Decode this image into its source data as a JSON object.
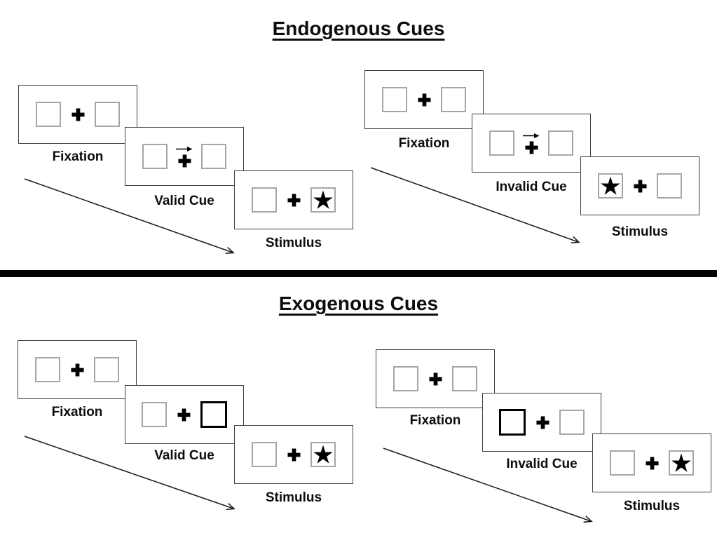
{
  "diagram": {
    "kind": "posner-cueing-task",
    "halves": 2,
    "divider_color": "#000000"
  },
  "colors": {
    "background": "#ffffff",
    "ink": "#000000",
    "panel_border": "#3f3f3f",
    "placeholder_box_border": "#a6a6a6",
    "cue_box_border": "#000000"
  },
  "icons": {
    "fixation_cross": "plus-cross-icon",
    "cue_arrow": "right-arrow-icon",
    "stimulus_star": "filled-star-icon",
    "timeline": "diagonal-timeline-arrow-icon"
  },
  "sections": [
    {
      "title": "Endogenous Cues",
      "sequences": [
        {
          "name": "valid",
          "fixation_label": "Fixation",
          "cue_label": "Valid Cue",
          "stimulus_label": "Stimulus",
          "cue_type": "central-arrow-right",
          "star_side": "right"
        },
        {
          "name": "invalid",
          "fixation_label": "Fixation",
          "cue_label": "Invalid Cue",
          "stimulus_label": "Stimulus",
          "cue_type": "central-arrow-right",
          "star_side": "left"
        }
      ]
    },
    {
      "title": "Exogenous Cues",
      "sequences": [
        {
          "name": "valid",
          "fixation_label": "Fixation",
          "cue_label": "Valid Cue",
          "stimulus_label": "Stimulus",
          "cue_type": "peripheral-box-right",
          "star_side": "right"
        },
        {
          "name": "invalid",
          "fixation_label": "Fixation",
          "cue_label": "Invalid Cue",
          "stimulus_label": "Stimulus",
          "cue_type": "peripheral-box-left",
          "star_side": "right"
        }
      ]
    }
  ]
}
